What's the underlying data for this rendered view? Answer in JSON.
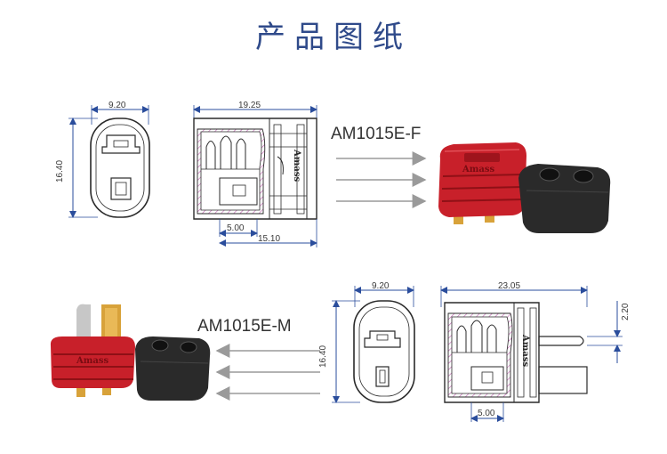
{
  "title": "产品图纸",
  "female": {
    "label": "AM1015E-F",
    "front_width": "9.20",
    "front_height": "16.40",
    "side_length": "19.25",
    "side_sub1": "5.00",
    "side_sub2": "15.10",
    "brand": "Amass"
  },
  "male": {
    "label": "AM1015E-M",
    "front_width": "9.20",
    "front_height": "16.40",
    "side_length": "23.05",
    "side_pin": "2.20",
    "side_sub1": "5.00",
    "brand": "Amass"
  },
  "colors": {
    "title": "#2f4a8a",
    "dimension_line": "#2a4d9c",
    "drawing": "#2a2a2a",
    "hatch": "#c060b0",
    "connector_red": "#c8202a",
    "cover_black": "#2a2a2a",
    "pin_gold": "#d8a23a"
  }
}
